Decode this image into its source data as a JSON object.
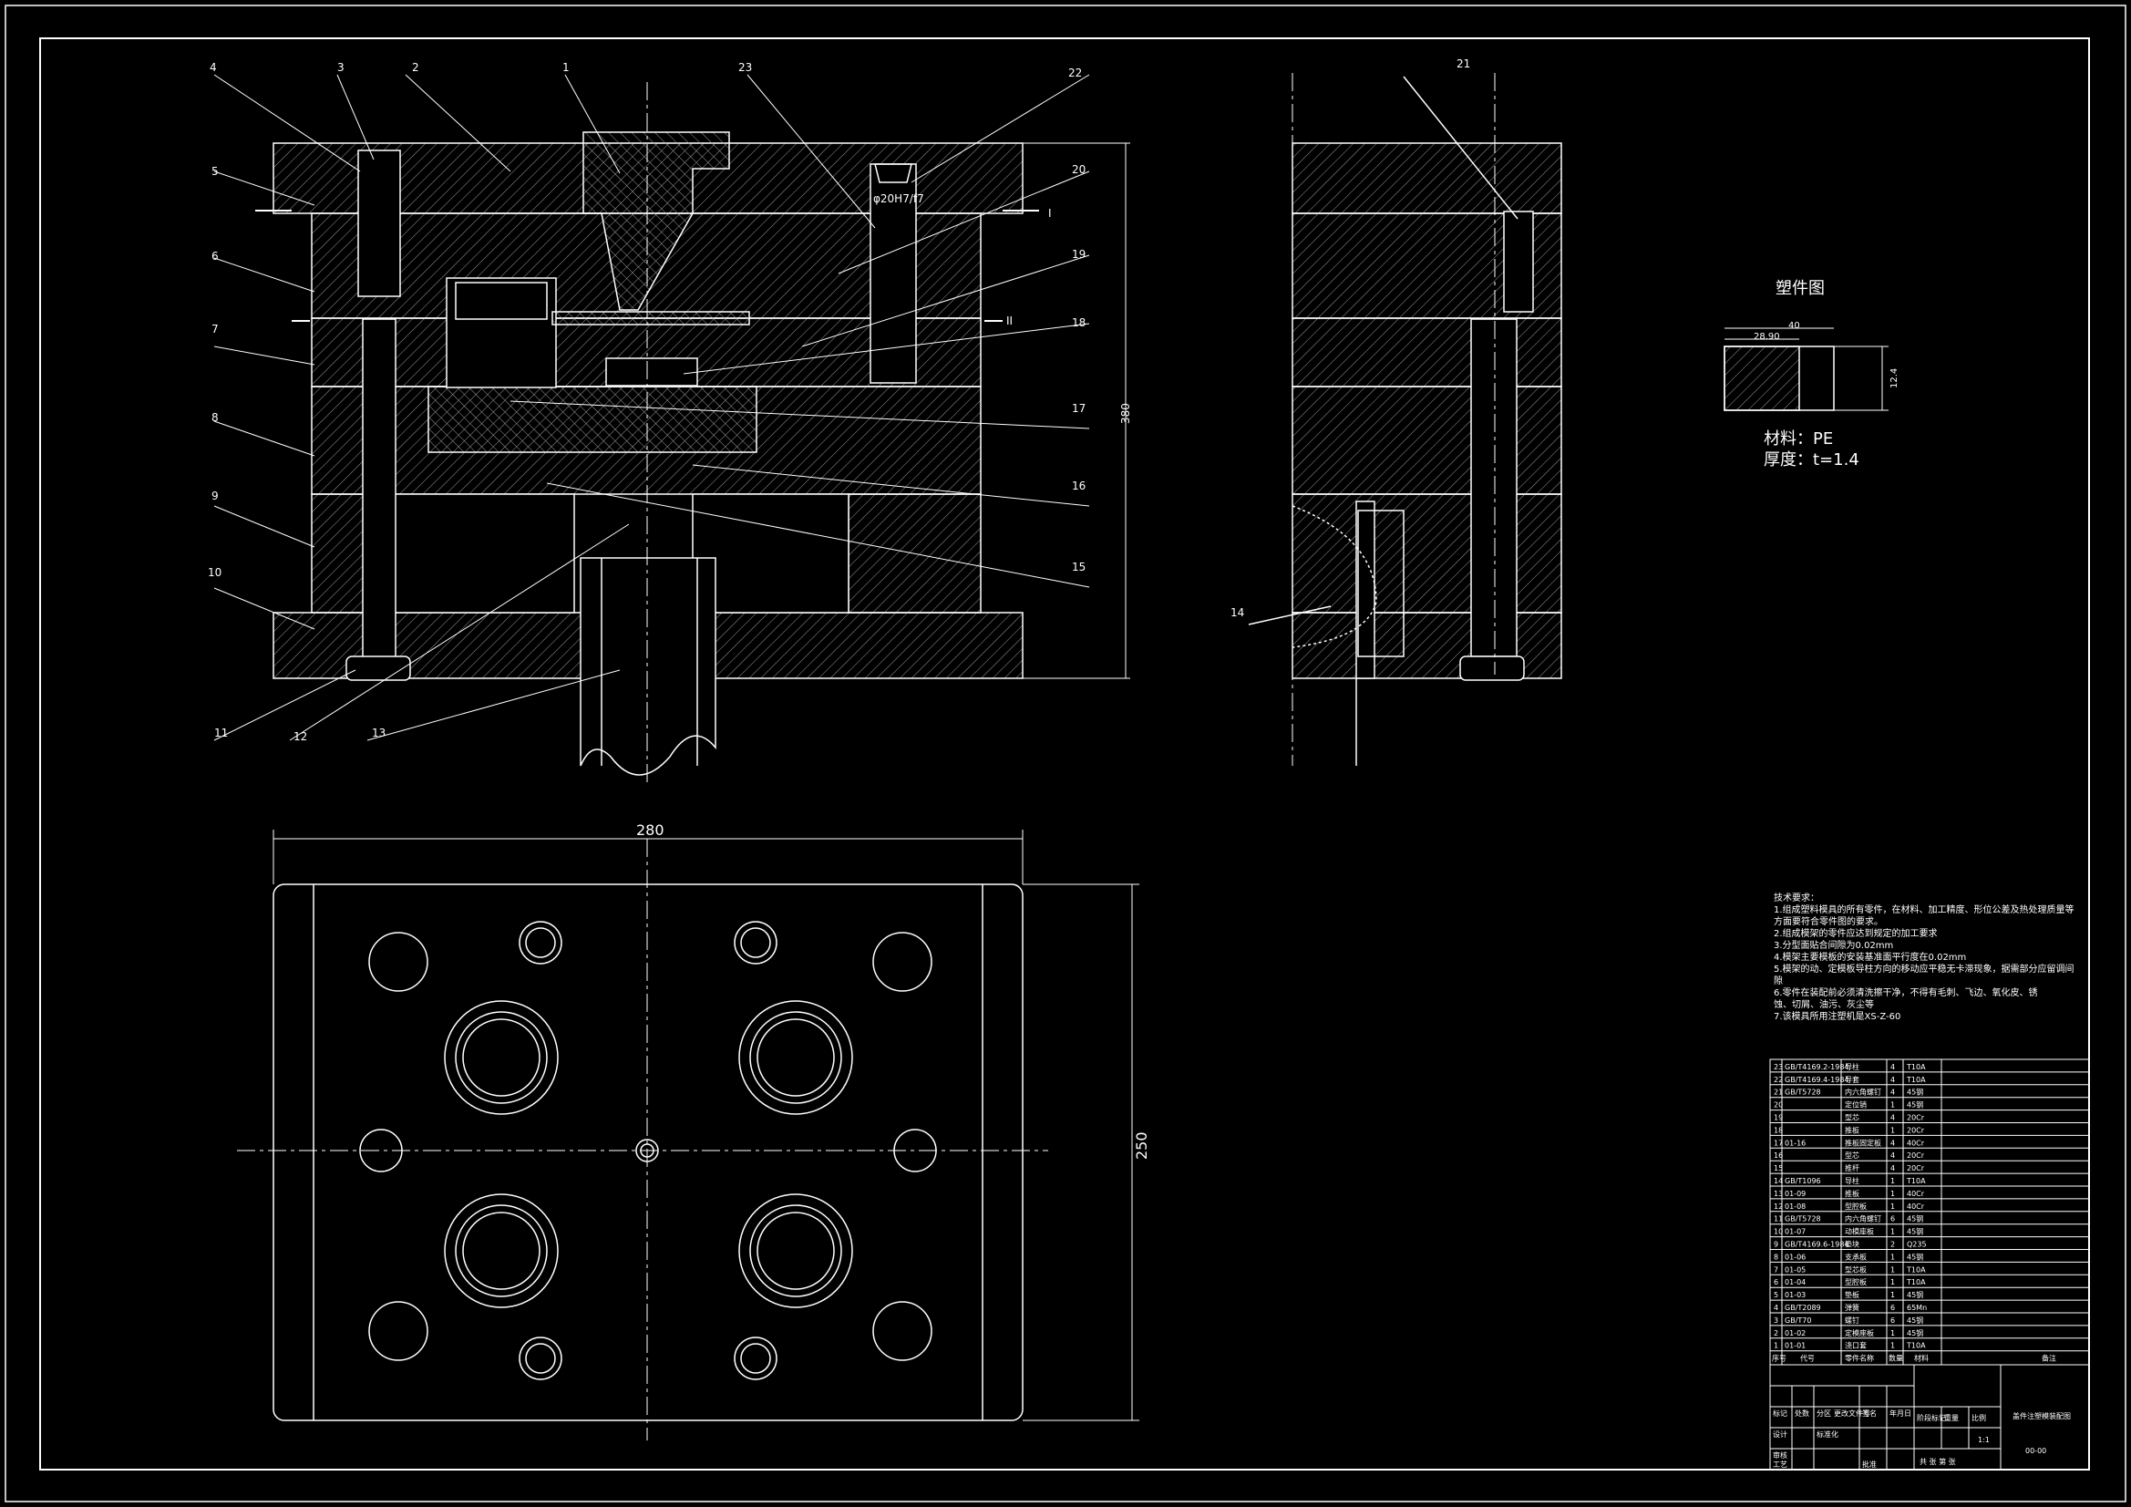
{
  "drawing": {
    "part_numbers": [
      "1",
      "2",
      "3",
      "4",
      "5",
      "6",
      "7",
      "8",
      "9",
      "10",
      "11",
      "12",
      "13",
      "14",
      "15",
      "16",
      "17",
      "18",
      "19",
      "20",
      "21",
      "22",
      "23"
    ],
    "fit_annotation": "φ20H7/f7",
    "section_mark_1": "I",
    "section_mark_2": "II",
    "dim_height_front": "380",
    "dim_width_plan": "280",
    "dim_height_plan": "250"
  },
  "plastic_part": {
    "title": "塑件图",
    "dim_outer": "40",
    "dim_inner": "28.90",
    "dim_height": "12.4",
    "material": "材料：PE",
    "thickness": "厚度：t=1.4"
  },
  "tech_requirements": {
    "heading": "技术要求：",
    "lines": [
      "1.组成塑料模具的所有零件，在材料、加工精度、形位公差及热处理质量等",
      "方面要符合零件图的要求。",
      "2.组成模架的零件应达到规定的加工要求",
      "3.分型面贴合间隙为0.02mm",
      "4.模架主要模板的安装基准面平行度在0.02mm",
      "5.模架的动、定模板导柱方向的移动应平稳无卡滞现象，据需部分应留调间",
      "隙",
      "6.零件在装配前必须清洗擦干净，不得有毛刺、飞边、氧化皮、锈",
      "蚀、切屑、油污、灰尘等",
      "7.该模具所用注塑机是XS-Z-60"
    ]
  },
  "bom": {
    "rows": [
      {
        "no": "23",
        "code": "GB/T4169.2-1984",
        "name": "导柱",
        "qty": "4",
        "mat": "T10A"
      },
      {
        "no": "22",
        "code": "GB/T4169.4-1984",
        "name": "导套",
        "qty": "4",
        "mat": "T10A"
      },
      {
        "no": "21",
        "code": "GB/T5728",
        "name": "内六角螺钉",
        "qty": "4",
        "mat": "45钢"
      },
      {
        "no": "20",
        "code": "",
        "name": "定位销",
        "qty": "1",
        "mat": "45钢"
      },
      {
        "no": "19",
        "code": "",
        "name": "型芯",
        "qty": "4",
        "mat": "20Cr"
      },
      {
        "no": "18",
        "code": "",
        "name": "推板",
        "qty": "1",
        "mat": "20Cr"
      },
      {
        "no": "17",
        "code": "01-16",
        "name": "推板固定板",
        "qty": "4",
        "mat": "40Cr"
      },
      {
        "no": "16",
        "code": "",
        "name": "型芯",
        "qty": "4",
        "mat": "20Cr"
      },
      {
        "no": "15",
        "code": "",
        "name": "推杆",
        "qty": "4",
        "mat": "20Cr"
      },
      {
        "no": "14",
        "code": "GB/T1096",
        "name": "导柱",
        "qty": "1",
        "mat": "T10A"
      },
      {
        "no": "13",
        "code": "01-09",
        "name": "推板",
        "qty": "1",
        "mat": "40Cr"
      },
      {
        "no": "12",
        "code": "01-08",
        "name": "型腔板",
        "qty": "1",
        "mat": "40Cr"
      },
      {
        "no": "11",
        "code": "GB/T5728",
        "name": "内六角螺钉",
        "qty": "6",
        "mat": "45钢"
      },
      {
        "no": "10",
        "code": "01-07",
        "name": "动模座板",
        "qty": "1",
        "mat": "45钢"
      },
      {
        "no": "9",
        "code": "GB/T4169.6-1984",
        "name": "垫块",
        "qty": "2",
        "mat": "Q235"
      },
      {
        "no": "8",
        "code": "01-06",
        "name": "支承板",
        "qty": "1",
        "mat": "45钢"
      },
      {
        "no": "7",
        "code": "01-05",
        "name": "型芯板",
        "qty": "1",
        "mat": "T10A"
      },
      {
        "no": "6",
        "code": "01-04",
        "name": "型腔板",
        "qty": "1",
        "mat": "T10A"
      },
      {
        "no": "5",
        "code": "01-03",
        "name": "垫板",
        "qty": "1",
        "mat": "45钢"
      },
      {
        "no": "4",
        "code": "GB/T2089",
        "name": "弹簧",
        "qty": "6",
        "mat": "65Mn"
      },
      {
        "no": "3",
        "code": "GB/T70",
        "name": "螺钉",
        "qty": "6",
        "mat": "45钢"
      },
      {
        "no": "2",
        "code": "01-02",
        "name": "定模座板",
        "qty": "1",
        "mat": "45钢"
      },
      {
        "no": "1",
        "code": "01-01",
        "name": "浇口套",
        "qty": "1",
        "mat": "T10A"
      }
    ],
    "header": {
      "no": "序号",
      "code": "代号",
      "name": "零件名称",
      "qty": "数量",
      "mat": "材料",
      "note": "备注"
    }
  },
  "title_block": {
    "drawing_title": "盖件注塑模装配图",
    "drawing_number": "00-00",
    "labels": [
      "标记",
      "处数",
      "分区",
      "更改文件号",
      "签名",
      "年月日",
      "设计",
      "标准化",
      "阶段标记",
      "重量",
      "比例",
      "审核",
      "工艺",
      "批准",
      "共 张 第 张"
    ],
    "scale": "1:1"
  }
}
